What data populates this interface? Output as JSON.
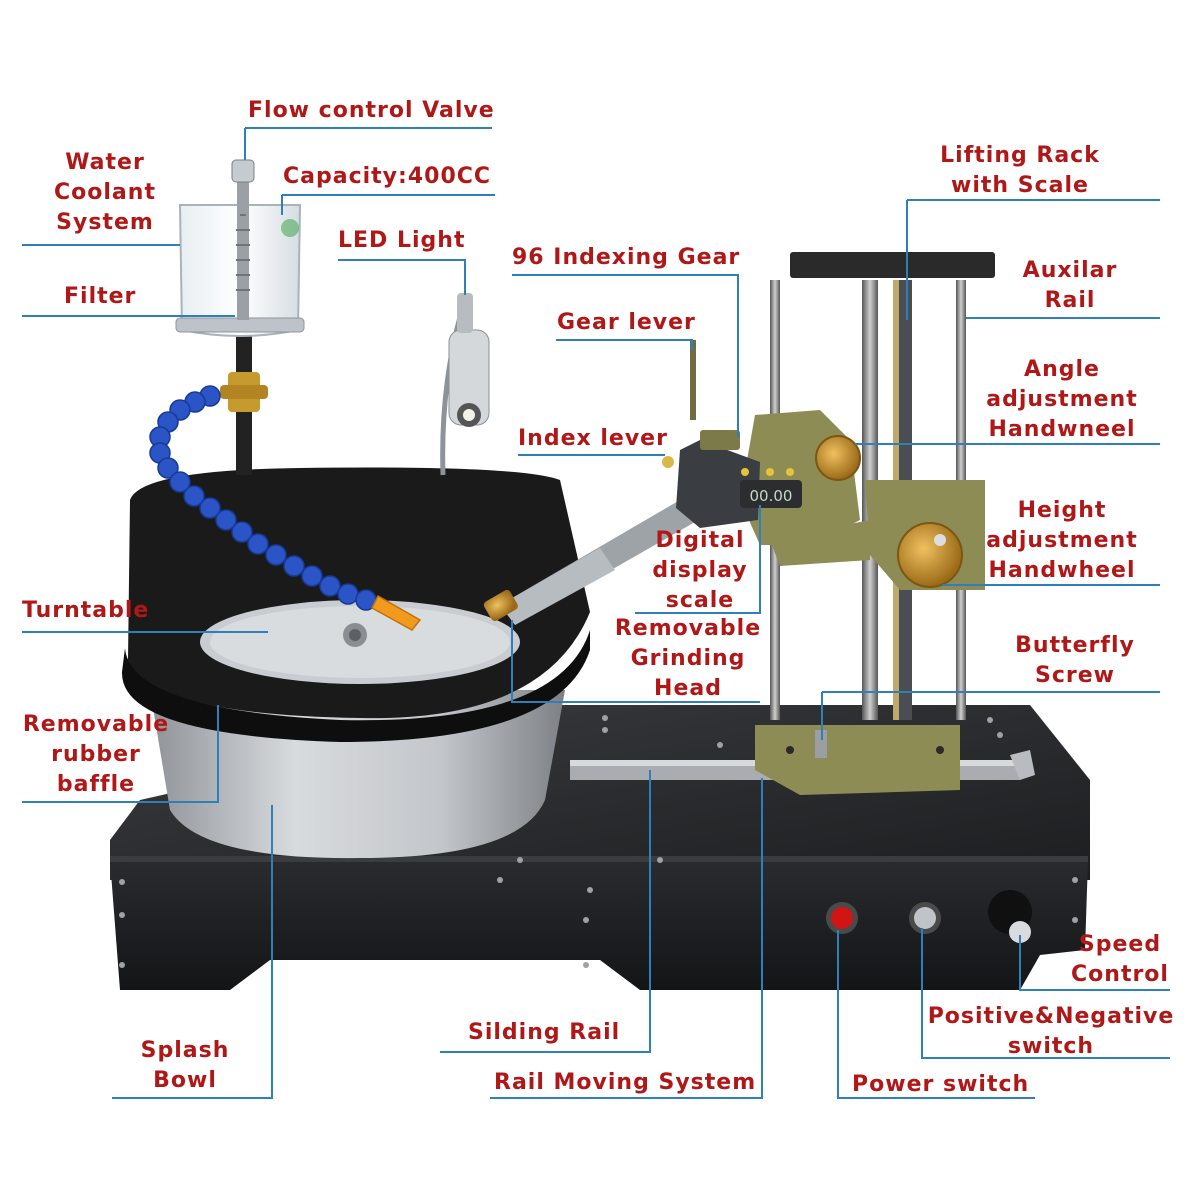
{
  "labels": {
    "flow_control_valve": "Flow control Valve",
    "water_coolant_system": "Water\nCoolant\nSystem",
    "capacity": "Capacity:400CC",
    "led_light": "LED Light",
    "filter": "Filter",
    "indexing_gear": "96 Indexing Gear",
    "gear_lever": "Gear lever",
    "index_lever": "Index lever",
    "lifting_rack": "Lifting Rack\nwith Scale",
    "auxilar_rail": "Auxilar\nRail",
    "angle_handwheel": "Angle\nadjustment\nHandwneel",
    "height_handwheel": "Height\nadjustment\nHandwheel",
    "turntable": "Turntable",
    "digital_display": "Digital\ndisplay\nscale",
    "grinding_head": "Removable\nGrinding\nHead",
    "butterfly_screw": "Butterfly\nScrew",
    "rubber_baffle": "Removable\nrubber\nbaffle",
    "speed_control": "Speed\nControl",
    "sliding_rail": "Silding Rail",
    "splash_bowl": "Splash\nBowl",
    "pos_neg_switch": "Positive&Negative\nswitch",
    "rail_moving_system": "Rail Moving System",
    "power_switch": "Power switch"
  },
  "colors": {
    "label_text": "#b01818",
    "leader_line": "#2f7fb8",
    "base": "#1e1f22",
    "bowl": "#b9bcc0",
    "baffle": "#141414",
    "olive": "#8e8c55",
    "brass": "#c08a2c",
    "hose_blue": "#2b55c6",
    "power_button": "#d21414"
  },
  "display_reading": "00.00"
}
